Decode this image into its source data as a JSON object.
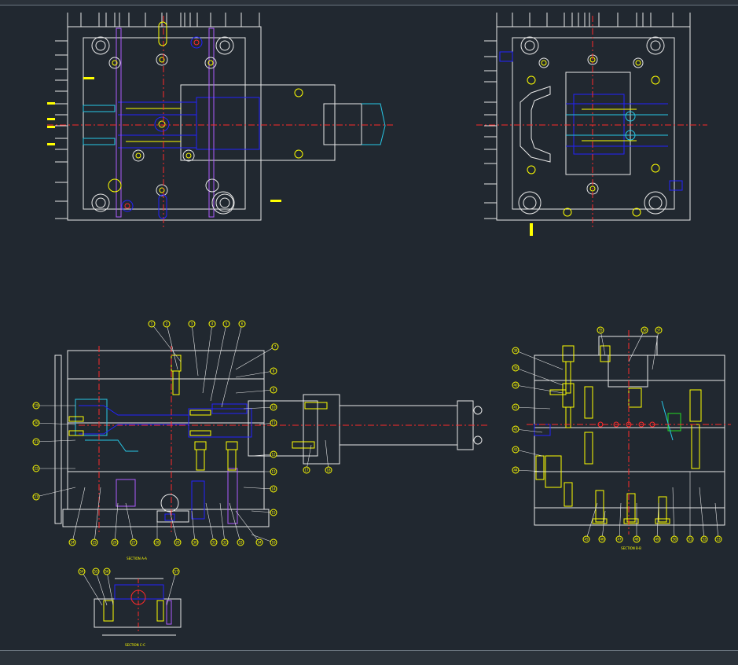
{
  "window": {
    "title": ""
  },
  "colors": {
    "background": "#212830",
    "outline": "#e8e8e8",
    "blue": "#2222ff",
    "yellow": "#ffff00",
    "red": "#ff2a2a",
    "cyan": "#27c7e6",
    "magenta": "#b05cff",
    "green": "#22dd22"
  },
  "views": {
    "section_a": {
      "label": "SECTION A-A"
    },
    "section_b": {
      "label": "SECTION B-B"
    },
    "section_c": {
      "label": "SECTION C-C"
    }
  },
  "balloons": {
    "section_a_top": [
      "1",
      "2",
      "3",
      "4",
      "5",
      "6",
      "7"
    ],
    "section_a_right": [
      "8",
      "9",
      "10",
      "11",
      "12",
      "13",
      "14",
      "15",
      "16",
      "17",
      "18"
    ],
    "section_a_left": [
      "19",
      "20",
      "21",
      "22",
      "23"
    ],
    "section_a_bottom": [
      "24",
      "25",
      "26",
      "27",
      "28",
      "29",
      "30",
      "31",
      "32",
      "33",
      "34"
    ],
    "section_b_top": [
      "35",
      "36",
      "37"
    ],
    "section_b_left": [
      "38",
      "39",
      "40",
      "41",
      "42",
      "43",
      "44"
    ],
    "section_b_bottom": [
      "45",
      "46",
      "47",
      "48",
      "49",
      "50",
      "51",
      "52",
      "53"
    ],
    "section_c_top": [
      "54",
      "55",
      "56",
      "57"
    ]
  }
}
